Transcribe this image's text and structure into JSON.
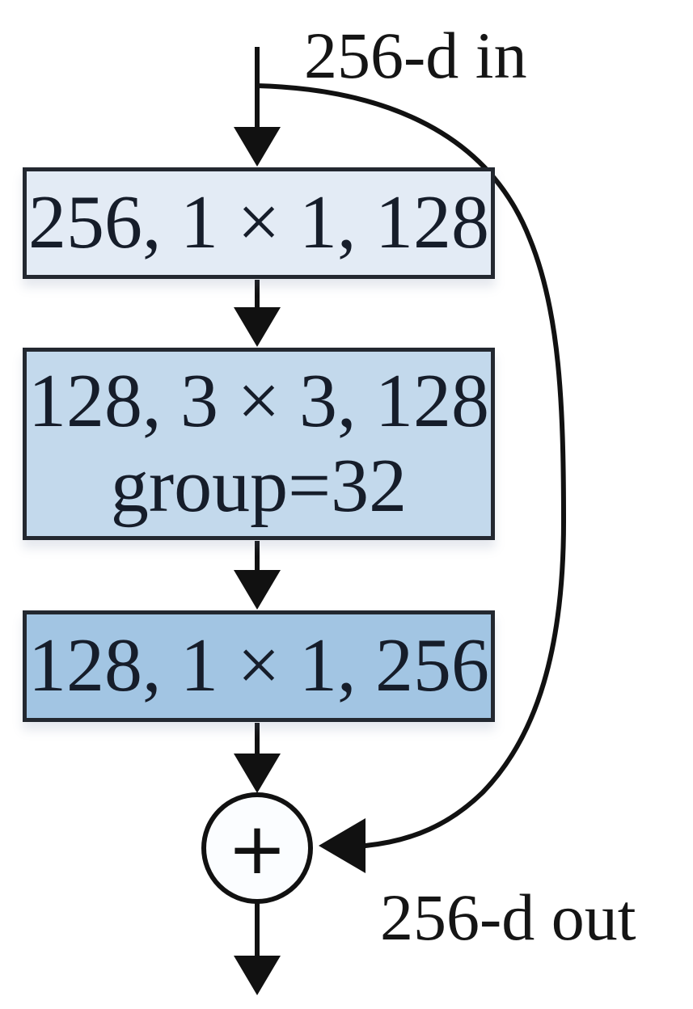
{
  "diagram": {
    "input_label": "256-d in",
    "output_label": "256-d out",
    "sum_symbol": "+",
    "layers": [
      {
        "lines": [
          "256, 1 × 1, 128"
        ],
        "fill": "#e3ebf5"
      },
      {
        "lines": [
          "128, 3 × 3, 128",
          "group=32"
        ],
        "fill": "#c3d9ec"
      },
      {
        "lines": [
          "128, 1 × 1, 256"
        ],
        "fill": "#a2c5e3"
      }
    ],
    "colors": {
      "border": "#232830",
      "line": "#111111",
      "text": "#161d2a",
      "label_text": "#151515",
      "sum_fill": "#fbfdff"
    }
  }
}
